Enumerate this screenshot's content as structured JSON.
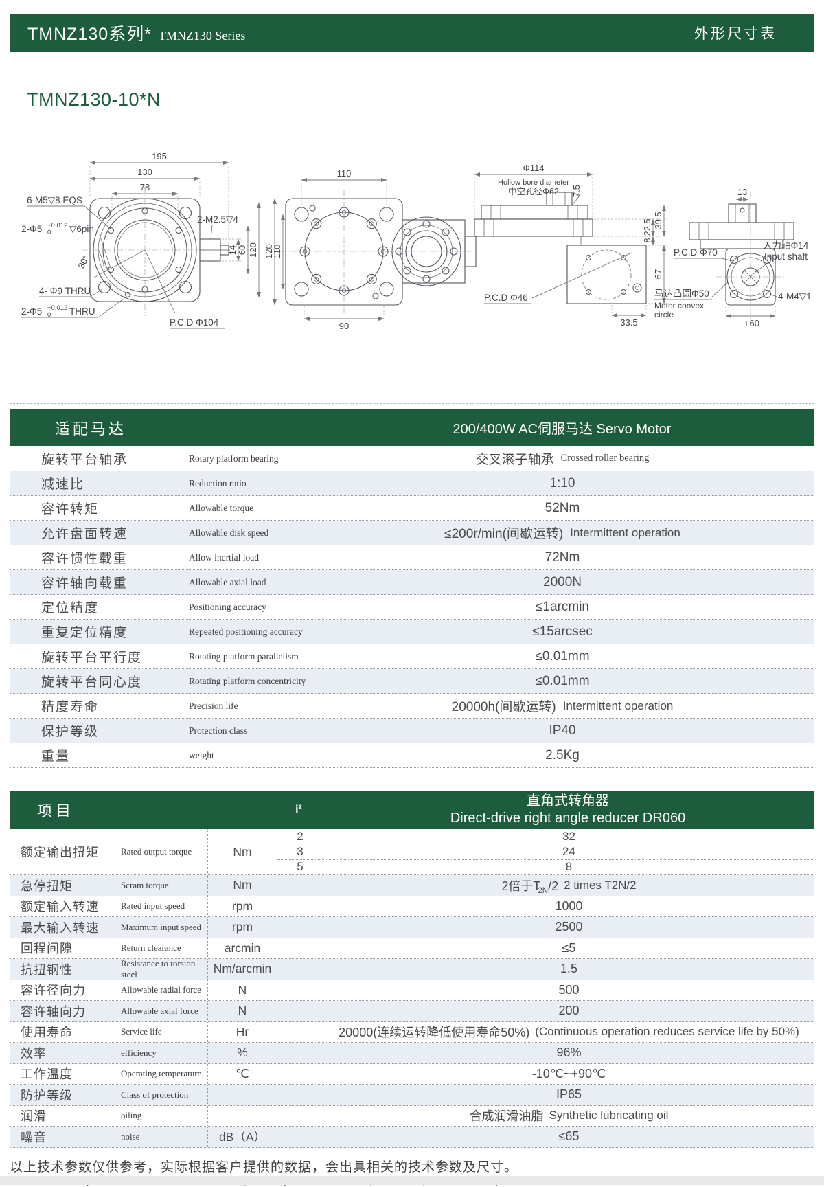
{
  "colors": {
    "accent": "#1e5c3e",
    "row_alt": "#e9eef4"
  },
  "header": {
    "title_cn": "TMNZ130系列*",
    "title_en": "TMNZ130 Series",
    "right": "外形尺寸表"
  },
  "drawing": {
    "model": "TMNZ130-10*N",
    "front": {
      "dim_195": "195",
      "dim_130": "130",
      "dim_78": "78",
      "label_m5": "6-M5▽8 EQS",
      "label_pin_a": "2-Φ5",
      "tol_top": "+0.012",
      "tol_bot": "0",
      "label_pin_b": "▽6pin",
      "angle": "30°",
      "label_thru9": "4- Φ9 THRU",
      "label_thru5_a": "2-Φ5",
      "label_thru5_b": "THRU",
      "pcd": "P.C.D Φ104",
      "label_m25": "2-M2.5▽4",
      "dim_14": "14",
      "dim_60": "60",
      "dim_120": "120"
    },
    "top": {
      "dim_110_top": "110",
      "dim_120": "120",
      "dim_110_left": "110",
      "dim_90": "90"
    },
    "side": {
      "dim_114": "Φ114",
      "hollow_en": "Hollow bore diameter",
      "hollow_cn": "中空孔径Φ62",
      "dim_75": "7.5",
      "dim_225": "22.5",
      "dim_395": "39.5",
      "dim_8": "8",
      "dim_67": "67",
      "dim_335": "33.5",
      "pcd": "P.C.D Φ46"
    },
    "motor": {
      "dim_13": "13",
      "pcd": "P.C.D Φ70",
      "input_cn": "入力轴Φ14",
      "input_en": "Input shaft",
      "convex_cn": "马达凸圆Φ50",
      "convex_en1": "Motor convex",
      "convex_en2": "circle",
      "m4": "4-M4▽1",
      "dim_60": "□ 60"
    }
  },
  "table1": {
    "header_cn": "适配马达",
    "header_value": "200/400W  AC伺服马达 Servo Motor",
    "rows": [
      {
        "cn": "旋转平台轴承",
        "en": "Rotary platform bearing",
        "value": "交叉滚子轴承",
        "value_en": "Crossed roller bearing"
      },
      {
        "cn": "减速比",
        "en": "Reduction ratio",
        "value": "1:10"
      },
      {
        "cn": "容许转矩",
        "en": "Allowable torque",
        "value": "52Nm"
      },
      {
        "cn": "允许盘面转速",
        "en": "Allowable disk speed",
        "value": "≤200r/min(间歇运转)",
        "value_en": "Intermittent operation"
      },
      {
        "cn": "容许惯性载重",
        "en": "Allow inertial load",
        "value": "72Nm"
      },
      {
        "cn": "容许轴向载重",
        "en": "Allowable axial load",
        "value": "2000N"
      },
      {
        "cn": "定位精度",
        "en": "Positioning accuracy",
        "value": "≤1arcmin"
      },
      {
        "cn": "重复定位精度",
        "en": "Repeated positioning accuracy",
        "value": "≤15arcsec"
      },
      {
        "cn": "旋转平台平行度",
        "en": "Rotating platform parallelism",
        "value": "≤0.01mm"
      },
      {
        "cn": "旋转平台同心度",
        "en": "Rotating platform concentricity",
        "value": "≤0.01mm"
      },
      {
        "cn": "精度寿命",
        "en": "Precision life",
        "value": "20000h(间歇运转)",
        "value_en": "Intermittent operation"
      },
      {
        "cn": "保护等级",
        "en": "Protection class",
        "value": "IP40"
      },
      {
        "cn": "重量",
        "en": "weight",
        "value": "2.5Kg"
      }
    ]
  },
  "table2": {
    "header_cn": "项目",
    "header_i": "i²",
    "header_value_cn": "直角式转角器",
    "header_value_en": "Direct-drive right angle reducer DR060",
    "rows": [
      {
        "cn": "额定输出扭矩",
        "en": "Rated output torque",
        "unit": "Nm",
        "sub": [
          {
            "i": "2",
            "v": "32"
          },
          {
            "i": "3",
            "v": "24"
          },
          {
            "i": "5",
            "v": "8"
          }
        ]
      },
      {
        "cn": "急停扭矩",
        "en": "Scram torque",
        "unit": "Nm",
        "value_pre": "2倍于T",
        "value_sub": "2N",
        "value_post": "/2",
        "value_en": "2 times T2N/2"
      },
      {
        "cn": "额定输入转速",
        "en": "Rated input speed",
        "unit": "rpm",
        "value": "1000"
      },
      {
        "cn": "最大输入转速",
        "en": "Maximum input speed",
        "unit": "rpm",
        "value": "2500"
      },
      {
        "cn": "回程间隙",
        "en": "Return clearance",
        "unit": "arcmin",
        "value": "≤5"
      },
      {
        "cn": "抗扭钢性",
        "en": "Resistance to torsion steel",
        "unit": "Nm/arcmin",
        "value": "1.5"
      },
      {
        "cn": "容许径向力",
        "en": "Allowable radial force",
        "unit": "N",
        "value": "500"
      },
      {
        "cn": "容许轴向力",
        "en": "Allowable axial force",
        "unit": "N",
        "value": "200"
      },
      {
        "cn": "使用寿命",
        "en": "Service life",
        "unit": "Hr",
        "value": "20000(连续运转降低使用寿命50%)",
        "value_en": "(Continuous operation reduces service life by 50%)"
      },
      {
        "cn": "效率",
        "en": "efficiency",
        "unit": "%",
        "value": "96%"
      },
      {
        "cn": "工作温度",
        "en": "Operating temperature",
        "unit": "℃",
        "value": "-10℃~+90℃"
      },
      {
        "cn": "防护等级",
        "en": "Class of protection",
        "unit": "",
        "value": "IP65"
      },
      {
        "cn": "润滑",
        "en": "oiling",
        "unit": "",
        "value": "合成润滑油脂",
        "value_en": "Synthetic lubricating oil"
      },
      {
        "cn": "噪音",
        "en": "noise",
        "unit": "dB（A）",
        "value": "≤65"
      }
    ]
  },
  "footer": {
    "cn": "以上技术参数仅供参考，实际根据客户提供的数据，会出具相关的技术参数及尺寸。",
    "en": "The above technical parameters are for reference only. Actually, according to the data provided by the customer, relevant technical parameters and dimensions will be issued."
  }
}
